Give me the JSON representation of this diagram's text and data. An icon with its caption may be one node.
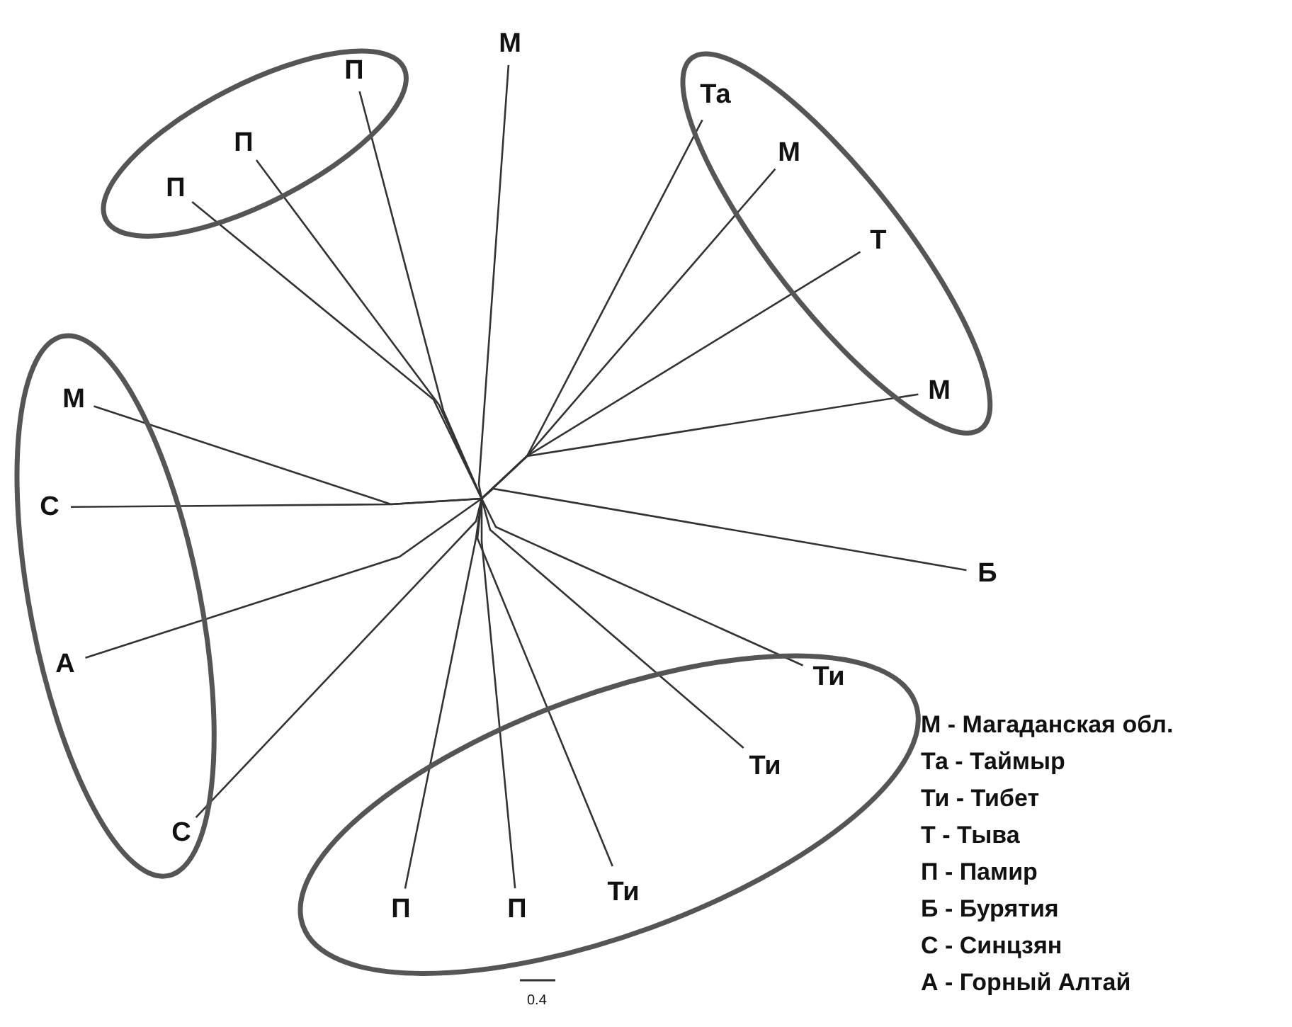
{
  "diagram": {
    "nodes": [
      {
        "text": [],
        "shape": "ellipse"
      },
      {
        "text": [
          "П"
        ],
        "in": 0
      },
      {
        "text": [
          "П"
        ],
        "in": 0
      },
      {
        "text": [
          "П"
        ],
        "in": 0
      },
      {
        "text": [
          "М"
        ]
      },
      {
        "text": [],
        "shape": "ellipse"
      },
      {
        "text": [
          "Та"
        ],
        "in": 5
      },
      {
        "text": [
          "М"
        ],
        "in": 5
      },
      {
        "text": [
          "Т"
        ],
        "in": 5
      },
      {
        "text": [
          "М"
        ],
        "in": 5
      },
      {
        "text": [],
        "shape": "ellipse"
      },
      {
        "text": [
          "М"
        ],
        "in": 10
      },
      {
        "text": [
          "С"
        ],
        "in": 10
      },
      {
        "text": [
          "А"
        ],
        "in": 10
      },
      {
        "text": [
          "С"
        ],
        "in": 10
      },
      {
        "text": [
          "Б"
        ]
      },
      {
        "text": [],
        "shape": "ellipse"
      },
      {
        "text": [
          "Ти"
        ],
        "in": 16
      },
      {
        "text": [
          "Ти"
        ],
        "in": 16
      },
      {
        "text": [
          "П"
        ],
        "in": 16
      },
      {
        "text": [
          "П"
        ],
        "in": 16
      },
      {
        "text": [
          "Ти"
        ],
        "in": 16
      }
    ],
    "edges": [
      {
        "from": null,
        "to": 1,
        "arrow": "none"
      },
      {
        "from": null,
        "to": 2,
        "arrow": "none"
      },
      {
        "from": null,
        "to": 3,
        "arrow": "none"
      },
      {
        "from": null,
        "to": 4,
        "arrow": "none"
      },
      {
        "from": null,
        "to": 6,
        "arrow": "none"
      },
      {
        "from": null,
        "to": 7,
        "arrow": "none"
      },
      {
        "from": null,
        "to": 8,
        "arrow": "none"
      },
      {
        "from": null,
        "to": 9,
        "arrow": "none"
      },
      {
        "from": null,
        "to": 11,
        "arrow": "none"
      },
      {
        "from": null,
        "to": 12,
        "arrow": "none"
      },
      {
        "from": null,
        "to": 13,
        "arrow": "none"
      },
      {
        "from": null,
        "to": 14,
        "arrow": "none"
      },
      {
        "from": null,
        "to": 15,
        "arrow": "none"
      },
      {
        "from": null,
        "to": 17,
        "arrow": "none"
      },
      {
        "from": null,
        "to": 18,
        "arrow": "none"
      },
      {
        "from": null,
        "to": 19,
        "arrow": "none"
      },
      {
        "from": null,
        "to": 20,
        "arrow": "none"
      },
      {
        "from": null,
        "to": 21,
        "arrow": "none"
      }
    ],
    "labels": [
      "М - Магаданская обл.",
      "Та - Таймыр",
      "Ти - Тибет",
      "Т - Тыва",
      "П - Памир",
      "Б - Бурятия",
      "С - Синцзян",
      "А - Горный Алтай",
      "0.4"
    ]
  }
}
